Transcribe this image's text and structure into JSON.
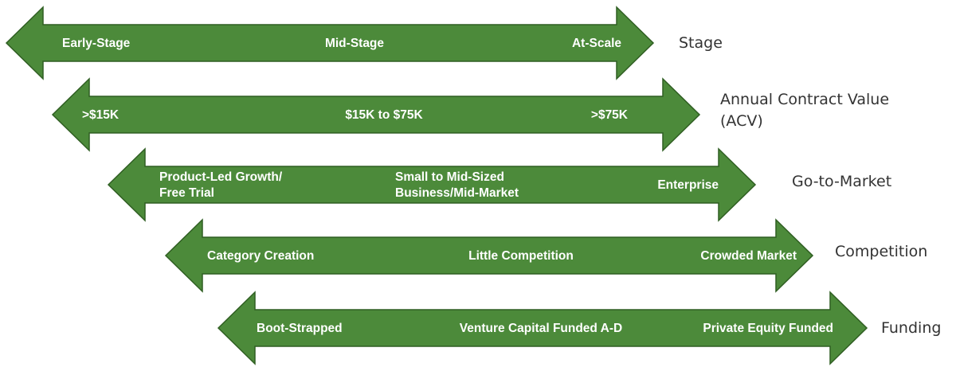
{
  "colors": {
    "arrow_fill": "#4c8a3a",
    "arrow_stroke": "#2f5e22",
    "arrow_text": "#ffffff",
    "row_label_text": "#333333"
  },
  "rows": [
    {
      "name": "Stage",
      "label": [
        "Stage"
      ],
      "positions": [
        [
          "Early-Stage"
        ],
        [
          "Mid-Stage"
        ],
        [
          "At-Scale"
        ]
      ]
    },
    {
      "name": "Annual Contract Value",
      "label": [
        "Annual Contract Value",
        "(ACV)"
      ],
      "positions": [
        [
          ">$15K"
        ],
        [
          "$15K to $75K"
        ],
        [
          ">$75K"
        ]
      ]
    },
    {
      "name": "Go-to-Market",
      "label": [
        "Go-to-Market"
      ],
      "positions": [
        [
          "Product-Led Growth/",
          "Free Trial"
        ],
        [
          "Small to Mid-Sized",
          "Business/Mid-Market"
        ],
        [
          "Enterprise"
        ]
      ]
    },
    {
      "name": "Competition",
      "label": [
        "Competition"
      ],
      "positions": [
        [
          "Category Creation"
        ],
        [
          "Little Competition"
        ],
        [
          "Crowded Market"
        ]
      ]
    },
    {
      "name": "Funding",
      "label": [
        "Funding"
      ],
      "positions": [
        [
          "Boot-Strapped"
        ],
        [
          "Venture Capital Funded A-D"
        ],
        [
          "Private Equity Funded"
        ]
      ]
    }
  ]
}
